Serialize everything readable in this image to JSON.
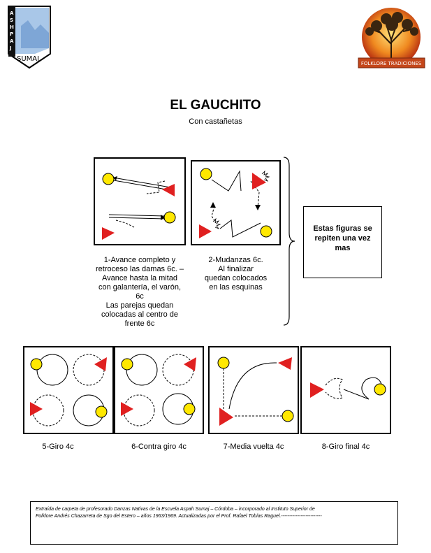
{
  "header": {
    "logo_left_text": "ASHPAJ SUMAJ",
    "logo_right_text": "FOLKLORE TRADICIONES"
  },
  "title": "EL GAUCHITO",
  "subtitle": "Con castañetas",
  "figures": [
    {
      "lines": [
        "1-Avance completo y",
        "retroceso las damas 6c. –",
        "Avance hasta la mitad",
        "con galantería, el varón,",
        "6c",
        "Las parejas quedan",
        "colocadas al centro de",
        "frente 6c"
      ]
    },
    {
      "lines": [
        "2-Mudanzas 6c.",
        "Al finalizar",
        "quedan colocados",
        "en las esquinas"
      ]
    },
    {
      "lines": [
        "5-Giro 4c"
      ]
    },
    {
      "lines": [
        "6-Contra giro 4c"
      ]
    },
    {
      "lines": [
        "7-Media vuelta 4c"
      ]
    },
    {
      "lines": [
        "8-Giro final 4c"
      ]
    }
  ],
  "note": {
    "lines": [
      "Estas figuras se",
      "repiten una vez",
      "mas"
    ]
  },
  "credit": {
    "lines": [
      "Extraída de carpeta de profesorado Danzas Nativas de la Escuela Aspah Sumaj – Córdoba – incorporado al Instituto Superior de",
      "Folklore Andrés Chazarreta de Sgo del Estero – años 1963/1969. Actualizadas por el Prof. Rafael Tobías Raguel.-------------------------"
    ]
  },
  "colors": {
    "dama": "#e02020",
    "varon": "#ffe800",
    "frame": "#000000"
  }
}
